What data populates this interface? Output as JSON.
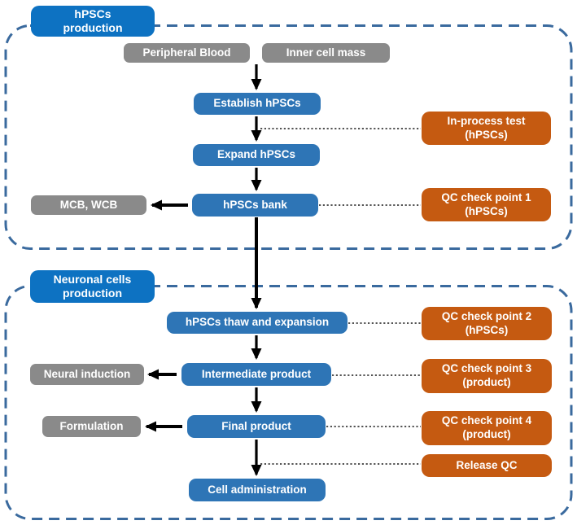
{
  "title": "hPSCs to neuronal cells manufacturing flowchart",
  "colors": {
    "process_blue": "#2e75b6",
    "header_blue": "#0d72c2",
    "qc_orange": "#c55a11",
    "aux_gray": "#8a8a8a",
    "section_border_blue": "#3a6a9e",
    "arrow_black": "#000000",
    "connector_black": "#1a1a1a"
  },
  "sections": {
    "hpscs": {
      "header": "hPSCs\nproduction",
      "source_left": "Peripheral Blood",
      "source_right": "Inner cell mass",
      "establish": "Establish hPSCs",
      "in_process_test": "In-process test\n(hPSCs)",
      "expand": "Expand hPSCs",
      "bank": "hPSCs bank",
      "mcb_wcb": "MCB, WCB",
      "qc1": "QC check point 1\n(hPSCs)"
    },
    "neuronal": {
      "header": "Neuronal cells\nproduction",
      "thaw": "hPSCs thaw and expansion",
      "qc2": "QC check point 2\n(hPSCs)",
      "neural_induction": "Neural induction",
      "intermediate": "Intermediate product",
      "qc3": "QC check point 3\n(product)",
      "formulation": "Formulation",
      "final": "Final product",
      "qc4": "QC check point 4\n(product)",
      "release_qc": "Release QC",
      "cell_admin": "Cell administration"
    }
  }
}
